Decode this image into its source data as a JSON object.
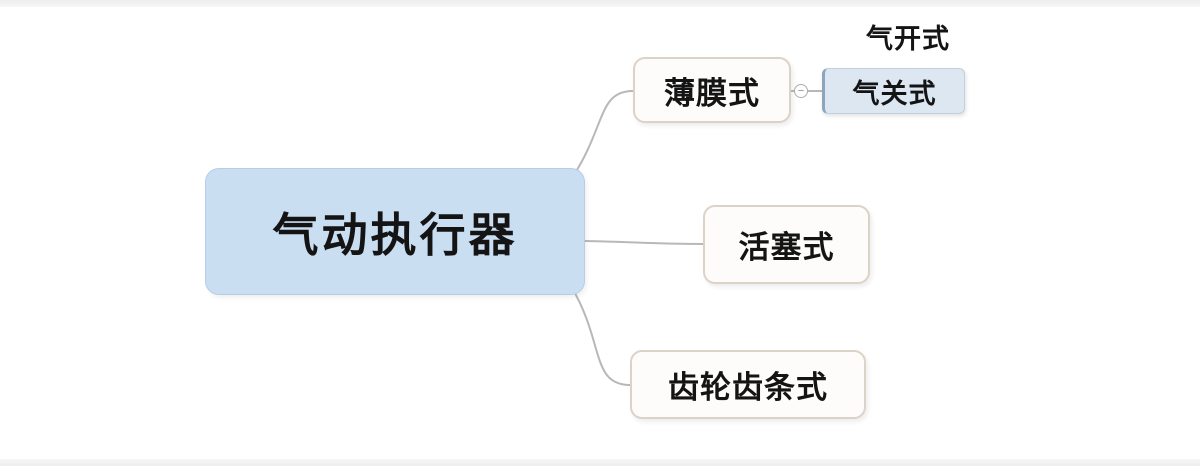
{
  "mindmap": {
    "root": {
      "label": "气动执行器"
    },
    "branches": [
      {
        "label": "薄膜式",
        "children": [
          {
            "label": "气开式"
          },
          {
            "label": "气关式"
          }
        ]
      },
      {
        "label": "活塞式"
      },
      {
        "label": "齿轮齿条式"
      }
    ],
    "collapse_icon": "−"
  },
  "colors": {
    "root_fill": "#cadef2",
    "root_border": "#b4cde8",
    "branch_fill": "#fdfcfa",
    "branch_border": "#ddd2c8",
    "child_fill": "#dce7f2",
    "child_border": "#8ea6bd",
    "connector": "#b8b8b8",
    "text": "#141414"
  }
}
